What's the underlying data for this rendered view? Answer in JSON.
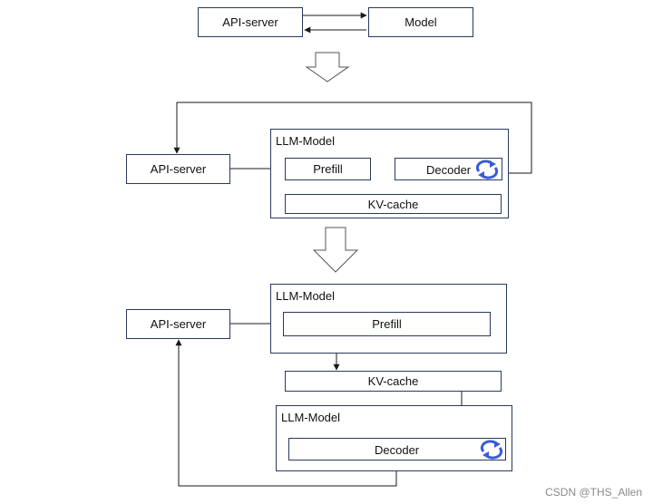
{
  "stage1": {
    "api_server": "API-server",
    "model": "Model"
  },
  "stage2": {
    "api_server": "API-server",
    "group_label": "LLM-Model",
    "prefill": "Prefill",
    "decoder": "Decoder",
    "kv_cache": "KV-cache"
  },
  "stage3": {
    "api_server": "API-server",
    "prefill_group_label": "LLM-Model",
    "prefill": "Prefill",
    "kv_cache": "KV-cache",
    "decoder_group_label": "LLM-Model",
    "decoder": "Decoder"
  },
  "watermark": "CSDN @THS_Allen",
  "colors": {
    "box_border": "#2a3a5c",
    "line": "#1a1a1a",
    "loop_icon": "#3a5bd9"
  },
  "icons": [
    "refresh-loop-icon",
    "down-arrow-icon"
  ]
}
